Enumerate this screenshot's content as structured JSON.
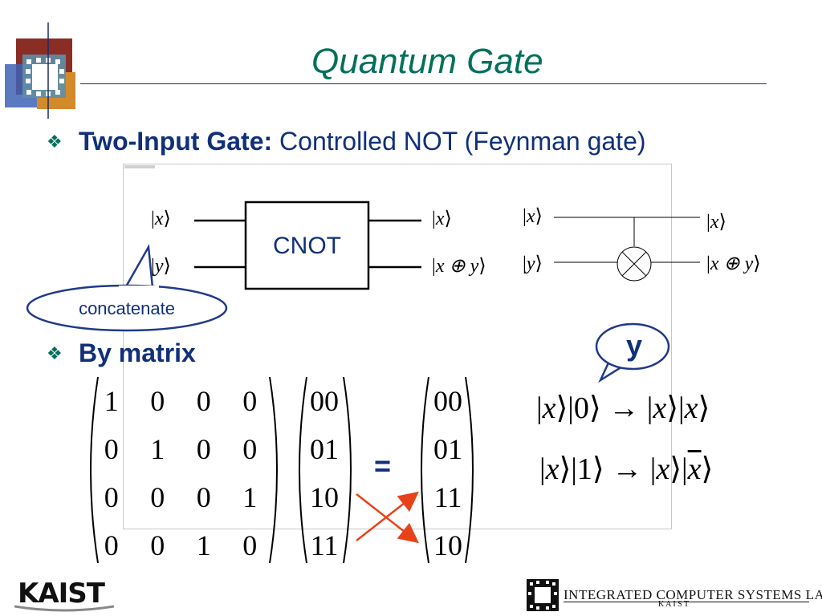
{
  "slide": {
    "title": "Quantum Gate",
    "bullet1": {
      "bold": "Two-Input Gate:",
      "rest": " Controlled NOT (Feynman gate)"
    },
    "bullet2": {
      "bold": "By matrix"
    }
  },
  "circuit": {
    "cnot_label": "CNOT",
    "in_x": "x",
    "in_y": "y",
    "out_x": "x",
    "out_xy": "x ⊕ y",
    "r_in_x": "x",
    "r_in_y": "y",
    "r_out_x": "x",
    "r_out_xy": "x ⊕ y",
    "callout_concatenate": "concatenate",
    "callout_y": "y"
  },
  "matrix": {
    "rows": [
      [
        "1",
        "0",
        "0",
        "0"
      ],
      [
        "0",
        "1",
        "0",
        "0"
      ],
      [
        "0",
        "0",
        "0",
        "1"
      ],
      [
        "0",
        "0",
        "1",
        "0"
      ]
    ],
    "input_vector": [
      "00",
      "01",
      "10",
      "11"
    ],
    "output_vector": [
      "00",
      "01",
      "11",
      "10"
    ],
    "equals": "="
  },
  "equations": {
    "line1": {
      "a": "x",
      "b": "0",
      "c": "x",
      "d": "x"
    },
    "line2": {
      "a": "x",
      "b": "1",
      "c": "x",
      "d": "x"
    }
  },
  "footer": {
    "left_logo": "KAIST",
    "right_logo": "INTEGRATED COMPUTER SYSTEMS LAB",
    "right_logo_sub": "K A I S T"
  },
  "colors": {
    "title": "#00705a",
    "bullet_text": "#10307a",
    "arrow": "#e8421a",
    "callout_border": "#1f3a8a"
  }
}
